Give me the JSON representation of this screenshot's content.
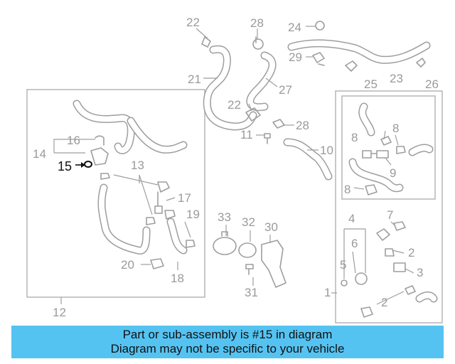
{
  "diagram": {
    "callouts": [
      {
        "label": "22"
      },
      {
        "label": "28"
      },
      {
        "label": "24"
      },
      {
        "label": "29"
      },
      {
        "label": "26"
      },
      {
        "label": "25"
      },
      {
        "label": "23"
      },
      {
        "label": "21"
      },
      {
        "label": "27"
      },
      {
        "label": "22"
      },
      {
        "label": "28"
      },
      {
        "label": "11"
      },
      {
        "label": "10"
      },
      {
        "label": "16"
      },
      {
        "label": "14"
      },
      {
        "label": "15"
      },
      {
        "label": "13"
      },
      {
        "label": "17"
      },
      {
        "label": "19"
      },
      {
        "label": "20"
      },
      {
        "label": "18"
      },
      {
        "label": "12"
      },
      {
        "label": "33"
      },
      {
        "label": "32"
      },
      {
        "label": "30"
      },
      {
        "label": "31"
      },
      {
        "label": "8"
      },
      {
        "label": "8"
      },
      {
        "label": "9"
      },
      {
        "label": "8"
      },
      {
        "label": "4"
      },
      {
        "label": "7"
      },
      {
        "label": "6"
      },
      {
        "label": "2"
      },
      {
        "label": "5"
      },
      {
        "label": "3"
      },
      {
        "label": "1"
      },
      {
        "label": "2"
      }
    ],
    "highlighted_part": "15",
    "highlight_color": "#111111",
    "part_color": "#9e9e9e"
  },
  "banner": {
    "line1": "Part or sub-assembly is #15 in diagram",
    "line2": "Diagram may not be specific to your vehicle",
    "color": "#55c3f2"
  }
}
